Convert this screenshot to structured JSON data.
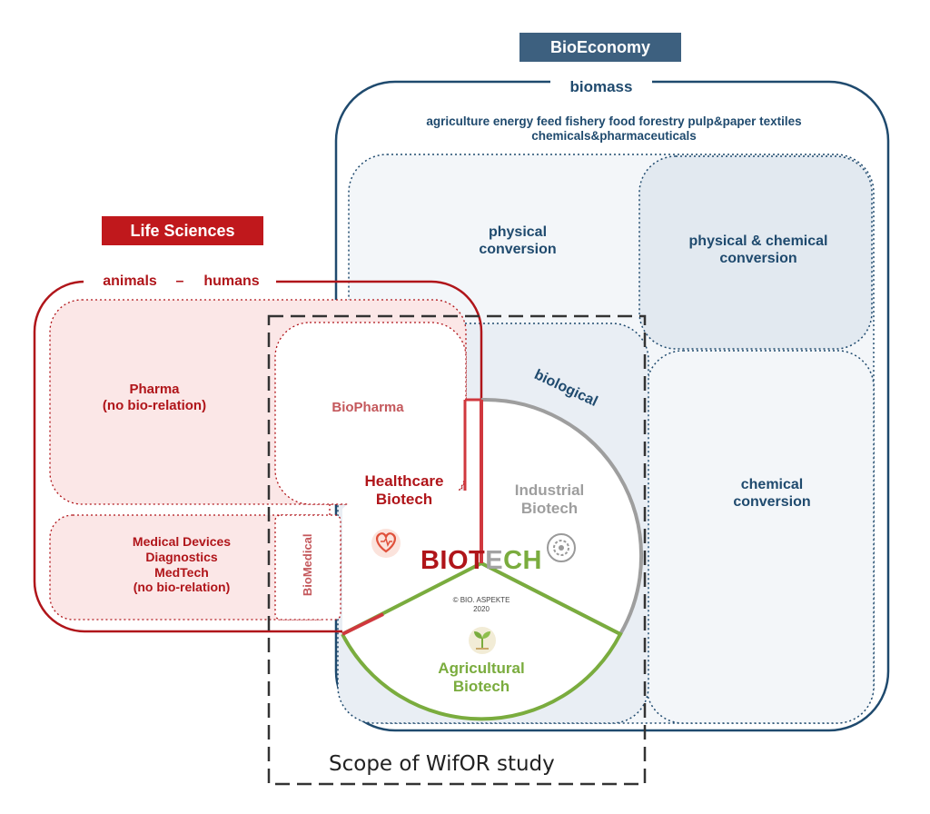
{
  "bioeconomy": {
    "header": "BioEconomy",
    "biomass_label": "biomass",
    "sectors_line1": "agriculture energy feed fishery food forestry pulp&paper textiles",
    "sectors_line2": "chemicals&pharmaceuticals",
    "physical_conversion": [
      "physical",
      "conversion"
    ],
    "physical_chemical_conversion": [
      "physical & chemical",
      "conversion"
    ],
    "chemical_conversion": [
      "chemical",
      "conversion"
    ],
    "biological": "biological"
  },
  "life_sciences": {
    "header": "Life Sciences",
    "animals": "animals",
    "dash": "–",
    "humans": "humans",
    "pharma": [
      "Pharma",
      "(no bio-relation)"
    ],
    "medical": [
      "Medical Devices",
      "Diagnostics",
      "MedTech",
      "(no bio-relation)"
    ],
    "biopharma": "BioPharma",
    "biomedical": "BioMedical"
  },
  "biotech": {
    "healthcare": [
      "Healthcare",
      "Biotech"
    ],
    "industrial": [
      "Industrial",
      "Biotech"
    ],
    "agricultural": [
      "Agricultural",
      "Biotech"
    ],
    "logo_bio": "BIO",
    "logo_t": "T",
    "logo_e": "E",
    "logo_ch": "CH",
    "copyright": [
      "© BIO. ASPEKTE",
      "2020"
    ]
  },
  "scope_label": "Scope of WifOR study",
  "colors": {
    "bioeconomy_blue": "#1f4a6e",
    "life_sciences_red": "#b0151a",
    "industrial_gray": "#9e9e9e",
    "agricultural_green": "#7aac3e",
    "panel_fill": "#eef2f7"
  }
}
